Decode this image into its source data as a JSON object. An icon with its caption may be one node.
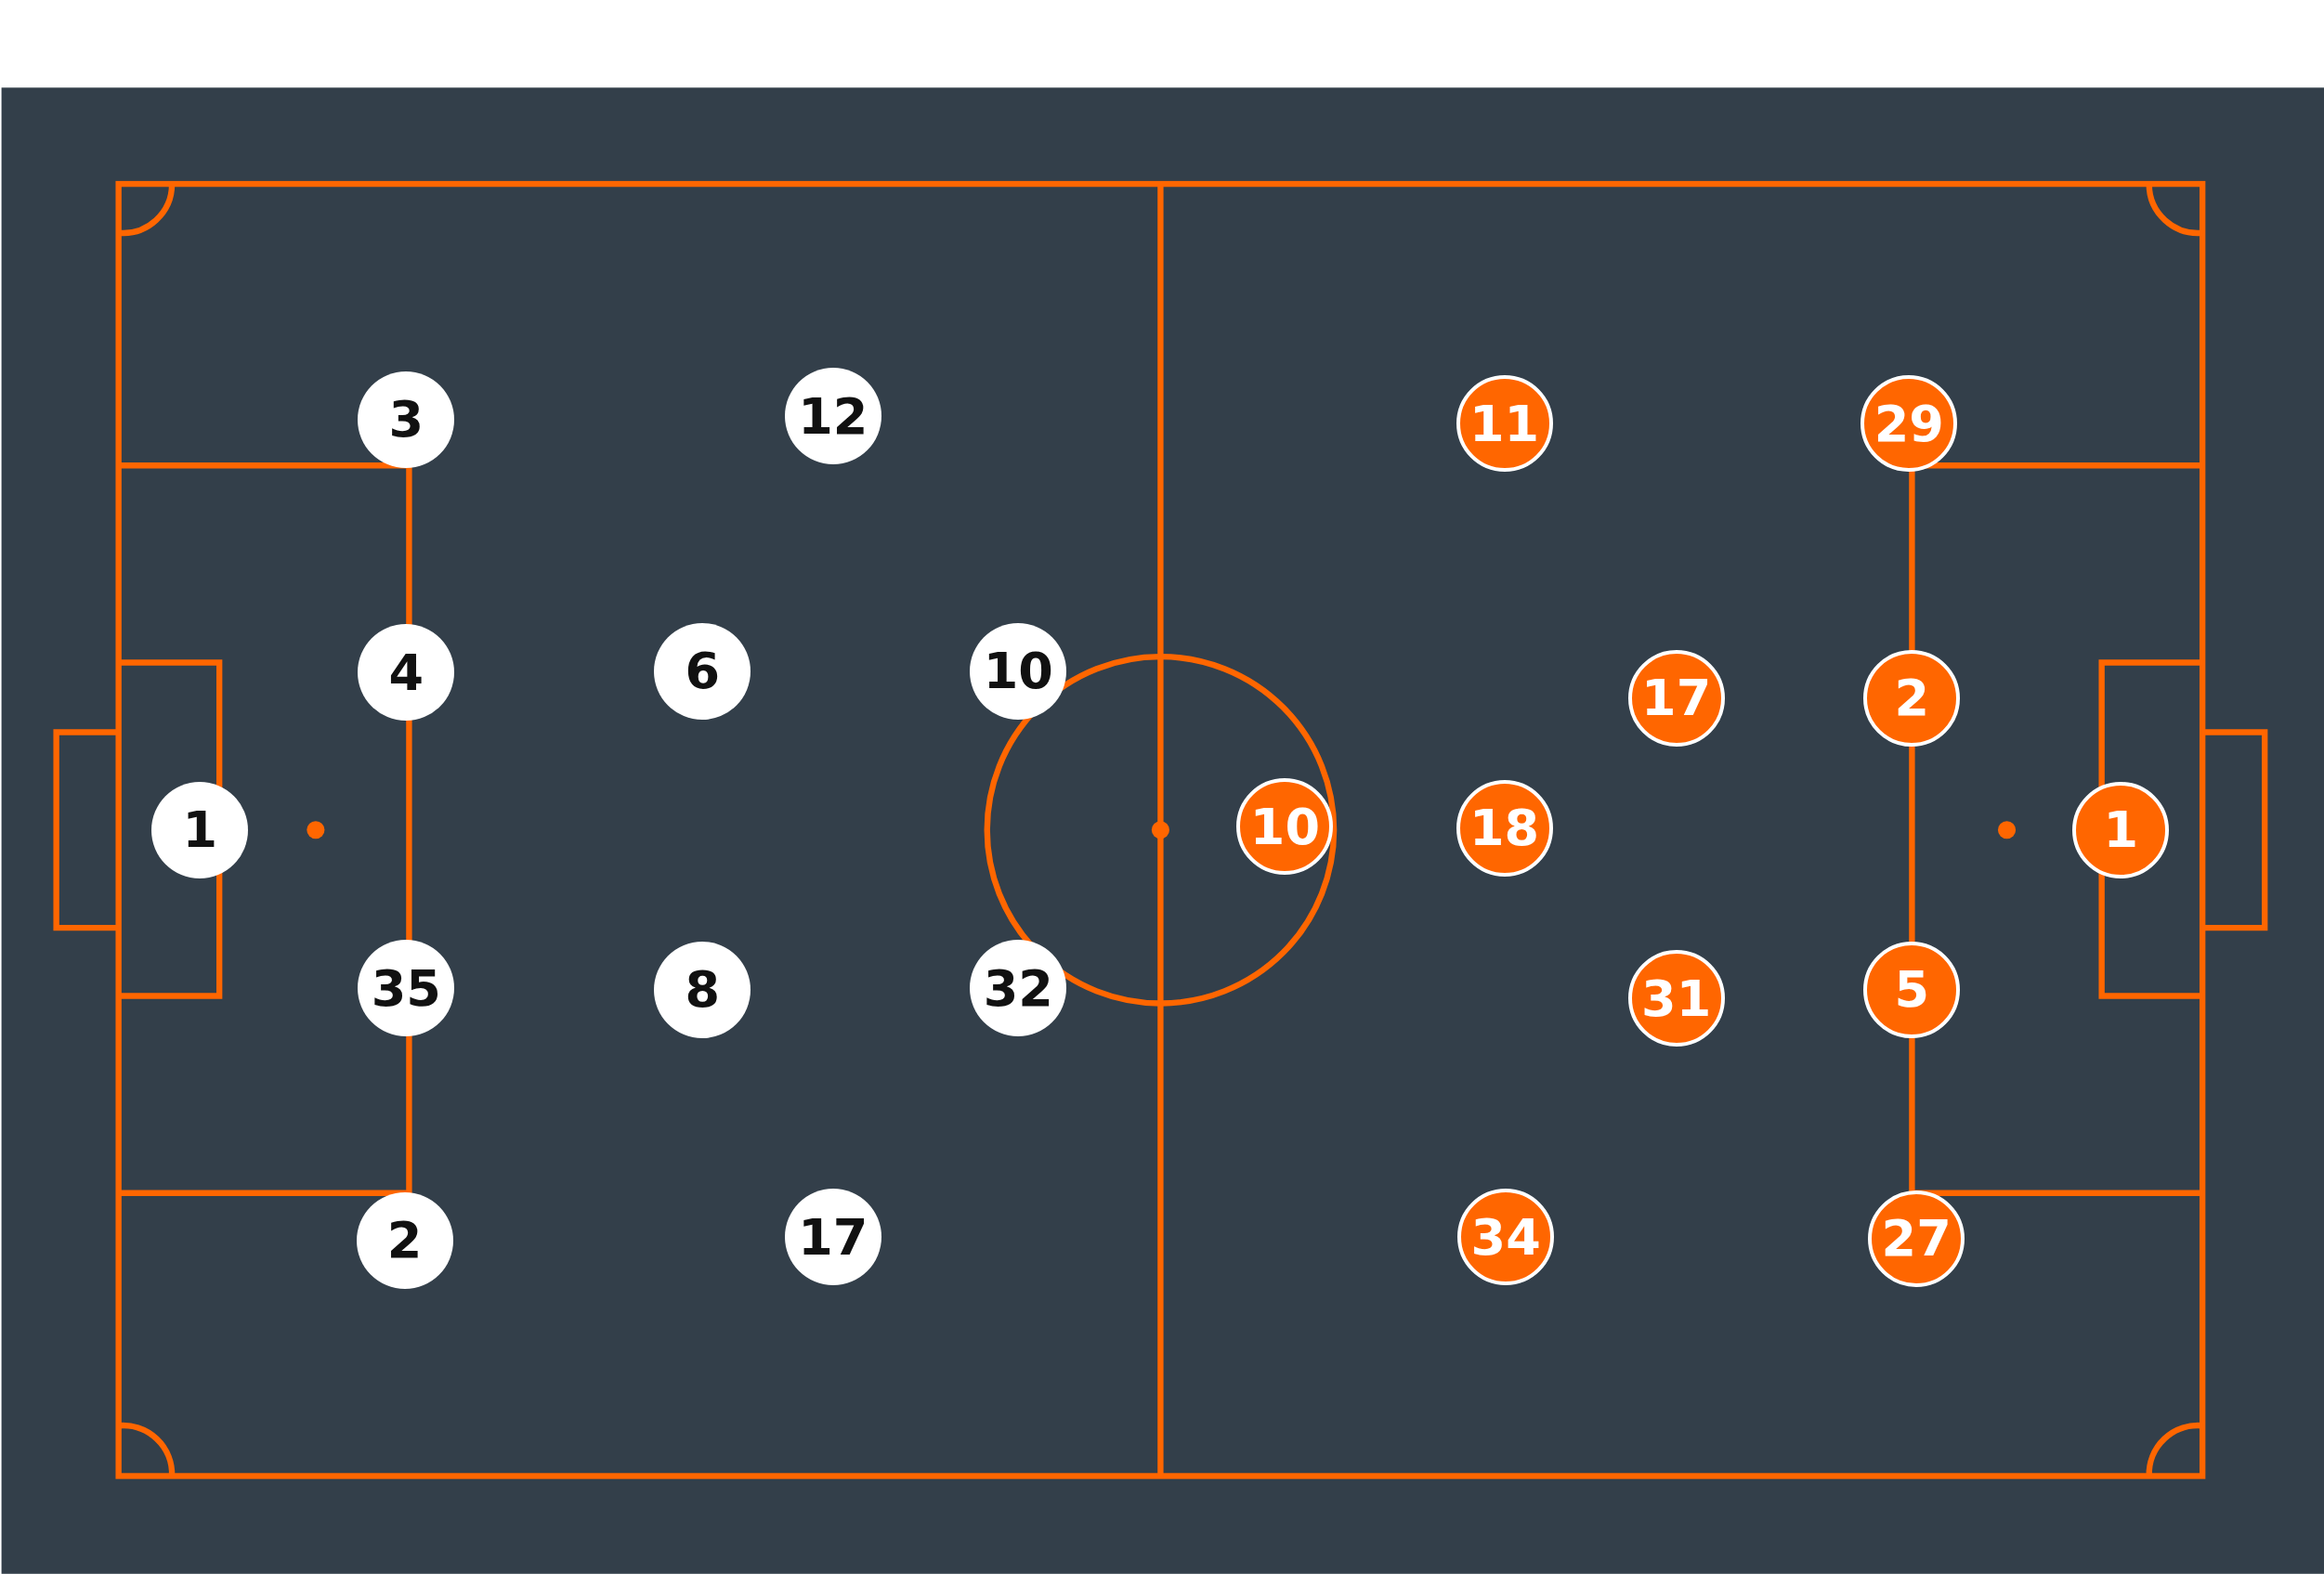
{
  "diagram": {
    "nodes": [
      {
        "text": [
          "3"
        ]
      },
      {
        "text": [
          "12"
        ]
      },
      {
        "text": [
          "4"
        ]
      },
      {
        "text": [
          "6"
        ]
      },
      {
        "text": [
          "10"
        ]
      },
      {
        "text": [
          "1"
        ]
      },
      {
        "text": [
          "35"
        ]
      },
      {
        "text": [
          "8"
        ]
      },
      {
        "text": [
          "32"
        ]
      },
      {
        "text": [
          "2"
        ]
      },
      {
        "text": [
          "17"
        ]
      },
      {
        "text": [
          "11"
        ]
      },
      {
        "text": [
          "29"
        ]
      },
      {
        "text": [
          "17"
        ]
      },
      {
        "text": [
          "2"
        ]
      },
      {
        "text": [
          "10"
        ]
      },
      {
        "text": [
          "18"
        ]
      },
      {
        "text": [
          "1"
        ]
      },
      {
        "text": [
          "31"
        ]
      },
      {
        "text": [
          "5"
        ]
      },
      {
        "text": [
          "34"
        ]
      },
      {
        "text": [
          "27"
        ]
      }
    ]
  }
}
